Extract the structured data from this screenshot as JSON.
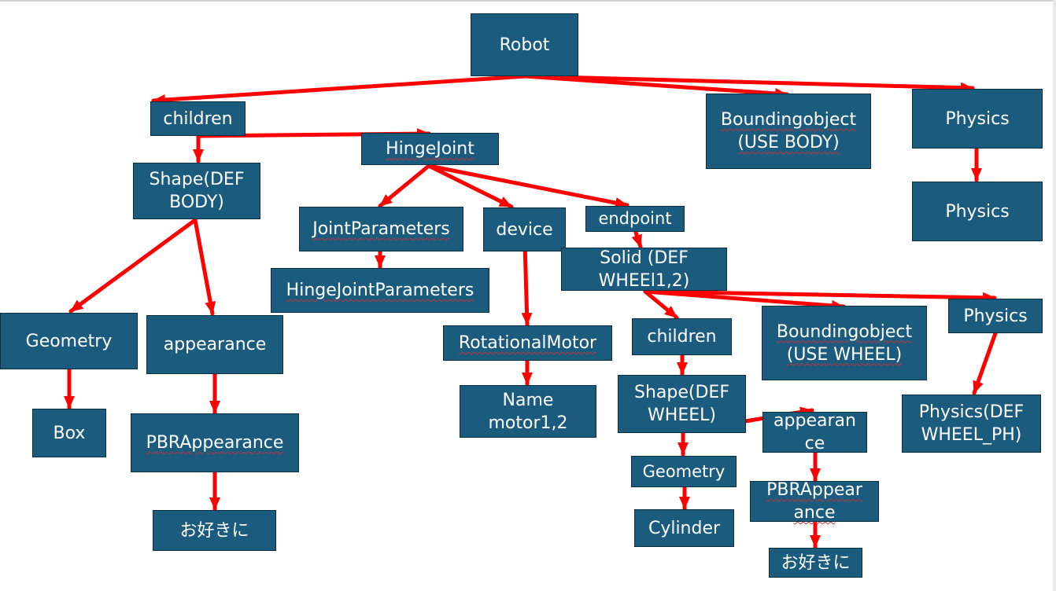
{
  "diagram": {
    "nodes": [
      {
        "id": "robot",
        "label": "Robot"
      },
      {
        "id": "children",
        "label": "children"
      },
      {
        "id": "hingejoint",
        "label": "HingeJoint"
      },
      {
        "id": "bounding-body",
        "label": "Boundingobject\n(USE BODY)"
      },
      {
        "id": "physics-top",
        "label": "Physics"
      },
      {
        "id": "physics-top2",
        "label": "Physics"
      },
      {
        "id": "shape-body",
        "label": "Shape(DEF\nBODY)"
      },
      {
        "id": "jointparameters",
        "label": "JointParameters"
      },
      {
        "id": "device",
        "label": "device"
      },
      {
        "id": "endpoint",
        "label": "endpoint"
      },
      {
        "id": "hingejointparameters",
        "label": "HingeJointParameters"
      },
      {
        "id": "solid-wheel",
        "label": "Solid (DEF\nWHEEl1,2)"
      },
      {
        "id": "geometry-body",
        "label": "Geometry"
      },
      {
        "id": "appearance-body",
        "label": "appearance"
      },
      {
        "id": "rotationalmotor",
        "label": "RotationalMotor"
      },
      {
        "id": "children-wheel",
        "label": "children"
      },
      {
        "id": "bounding-wheel",
        "label": "Boundingobject\n(USE WHEEL)"
      },
      {
        "id": "physics-wheel",
        "label": "Physics"
      },
      {
        "id": "box",
        "label": "Box"
      },
      {
        "id": "pbr-body",
        "label": "PBRAppearance"
      },
      {
        "id": "name-motor",
        "label": "Name\nmotor1,2"
      },
      {
        "id": "shape-wheel",
        "label": "Shape(DEF\nWHEEL)"
      },
      {
        "id": "physics-def-wheel",
        "label": "Physics(DEF\nWHEEL_PH)"
      },
      {
        "id": "appearance-wheel",
        "label": "appearan\nce"
      },
      {
        "id": "geometry-wheel",
        "label": "Geometry"
      },
      {
        "id": "pbr-wheel",
        "label": "PBRAppear\nance"
      },
      {
        "id": "okini-body",
        "label": "お好きに"
      },
      {
        "id": "cylinder",
        "label": "Cylinder"
      },
      {
        "id": "okini-wheel",
        "label": "お好きに"
      }
    ],
    "edges": [
      [
        "robot",
        "children"
      ],
      [
        "robot",
        "bounding-body"
      ],
      [
        "robot",
        "physics-top"
      ],
      [
        "children",
        "shape-body"
      ],
      [
        "children",
        "hingejoint"
      ],
      [
        "physics-top",
        "physics-top2"
      ],
      [
        "shape-body",
        "geometry-body"
      ],
      [
        "shape-body",
        "appearance-body"
      ],
      [
        "hingejoint",
        "jointparameters"
      ],
      [
        "hingejoint",
        "device"
      ],
      [
        "hingejoint",
        "endpoint"
      ],
      [
        "jointparameters",
        "hingejointparameters"
      ],
      [
        "device",
        "rotationalmotor"
      ],
      [
        "endpoint",
        "solid-wheel"
      ],
      [
        "solid-wheel",
        "children-wheel"
      ],
      [
        "solid-wheel",
        "bounding-wheel"
      ],
      [
        "solid-wheel",
        "physics-wheel"
      ],
      [
        "geometry-body",
        "box"
      ],
      [
        "appearance-body",
        "pbr-body"
      ],
      [
        "pbr-body",
        "okini-body"
      ],
      [
        "rotationalmotor",
        "name-motor"
      ],
      [
        "children-wheel",
        "shape-wheel"
      ],
      [
        "physics-wheel",
        "physics-def-wheel"
      ],
      [
        "shape-wheel",
        "geometry-wheel"
      ],
      [
        "shape-wheel",
        "appearance-wheel"
      ],
      [
        "geometry-wheel",
        "cylinder"
      ],
      [
        "appearance-wheel",
        "pbr-wheel"
      ],
      [
        "pbr-wheel",
        "okini-wheel"
      ]
    ]
  },
  "colors": {
    "node_fill": "#1b5b7d",
    "node_border": "#0d2f42",
    "node_text": "#ffffff",
    "arrow": "#ff0000",
    "spell_underline": "#c3343a"
  }
}
